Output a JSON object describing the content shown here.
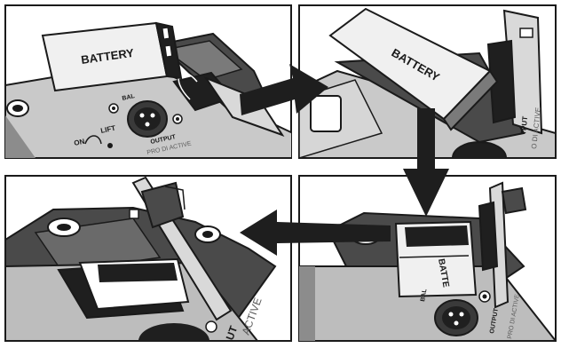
{
  "panels": [
    {
      "battery_label": "BATTERY",
      "bal_label": "BAL",
      "on_label": "ON",
      "lift_label": "LIFT",
      "output_label": "OUTPUT",
      "product_label": "PRO DI ACTIVE"
    },
    {
      "battery_label": "BATTERY",
      "output_fragment": "TPUT",
      "product_fragment": "O DI ACTIVE"
    },
    {
      "output_fragment": "UT",
      "product_fragment": "ACTIVE"
    },
    {
      "battery_label": "BATTE",
      "bal_label": "BAL",
      "output_label": "OUTPUT",
      "product_label": "PRO DI ACTIVE"
    }
  ],
  "colors": {
    "outline": "#1a1a1a",
    "device_dark": "#4a4a4a",
    "device_mid": "#8c8c8c",
    "device_light": "#c6c6c6",
    "plate": "#d9d9d9",
    "battery": "#f0f0f0",
    "arrow": "#1e1e1e"
  }
}
